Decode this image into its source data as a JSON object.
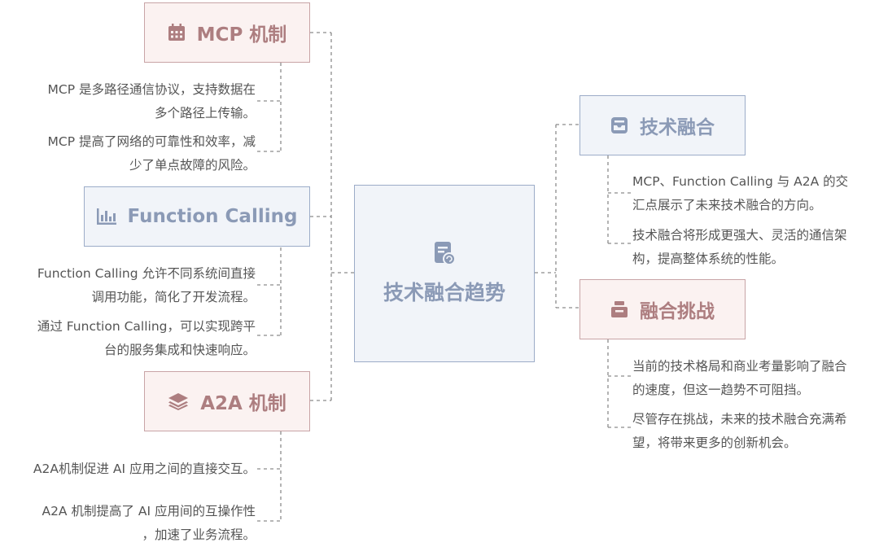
{
  "center": {
    "title": "技术融合趋势",
    "icon": "document-refresh-icon"
  },
  "colors": {
    "pink_text": "#ad7e80",
    "blue_text": "#8b9ab6",
    "line": "#8c8c8c"
  },
  "branches": {
    "mcp": {
      "title": "MCP 机制",
      "icon": "calendar-icon",
      "leaves": [
        {
          "lines": [
            "MCP 是多路径通信协议，支持数据在",
            "多个路径上传输。"
          ]
        },
        {
          "lines": [
            "MCP 提高了网络的可靠性和效率，减",
            "少了单点故障的风险。"
          ]
        }
      ]
    },
    "function_calling": {
      "title": "Function Calling",
      "icon": "bar-chart-icon",
      "leaves": [
        {
          "lines": [
            "Function Calling 允许不同系统间直接",
            "调用功能，简化了开发流程。"
          ]
        },
        {
          "lines": [
            "通过 Function Calling，可以实现跨平",
            "台的服务集成和快速响应。"
          ]
        }
      ]
    },
    "a2a": {
      "title": "A2A 机制",
      "icon": "layers-icon",
      "leaves": [
        {
          "lines": [
            "A2A机制促进 AI 应用之间的直接交互。"
          ]
        },
        {
          "lines": [
            "A2A 机制提高了 AI 应用间的互操作性",
            "，加速了业务流程。"
          ]
        }
      ]
    },
    "tech_fusion": {
      "title": "技术融合",
      "icon": "inbox-icon",
      "leaves": [
        {
          "lines": [
            "MCP、Function Calling 与 A2A 的交",
            "汇点展示了未来技术融合的方向。"
          ]
        },
        {
          "lines": [
            "技术融合将形成更强大、灵活的通信架",
            "构，提高整体系统的性能。"
          ]
        }
      ]
    },
    "fusion_challenge": {
      "title": "融合挑战",
      "icon": "archive-icon",
      "leaves": [
        {
          "lines": [
            "当前的技术格局和商业考量影响了融合",
            "的速度，但这一趋势不可阻挡。"
          ]
        },
        {
          "lines": [
            "尽管存在挑战，未来的技术融合充满希",
            "望，将带来更多的创新机会。"
          ]
        }
      ]
    }
  }
}
